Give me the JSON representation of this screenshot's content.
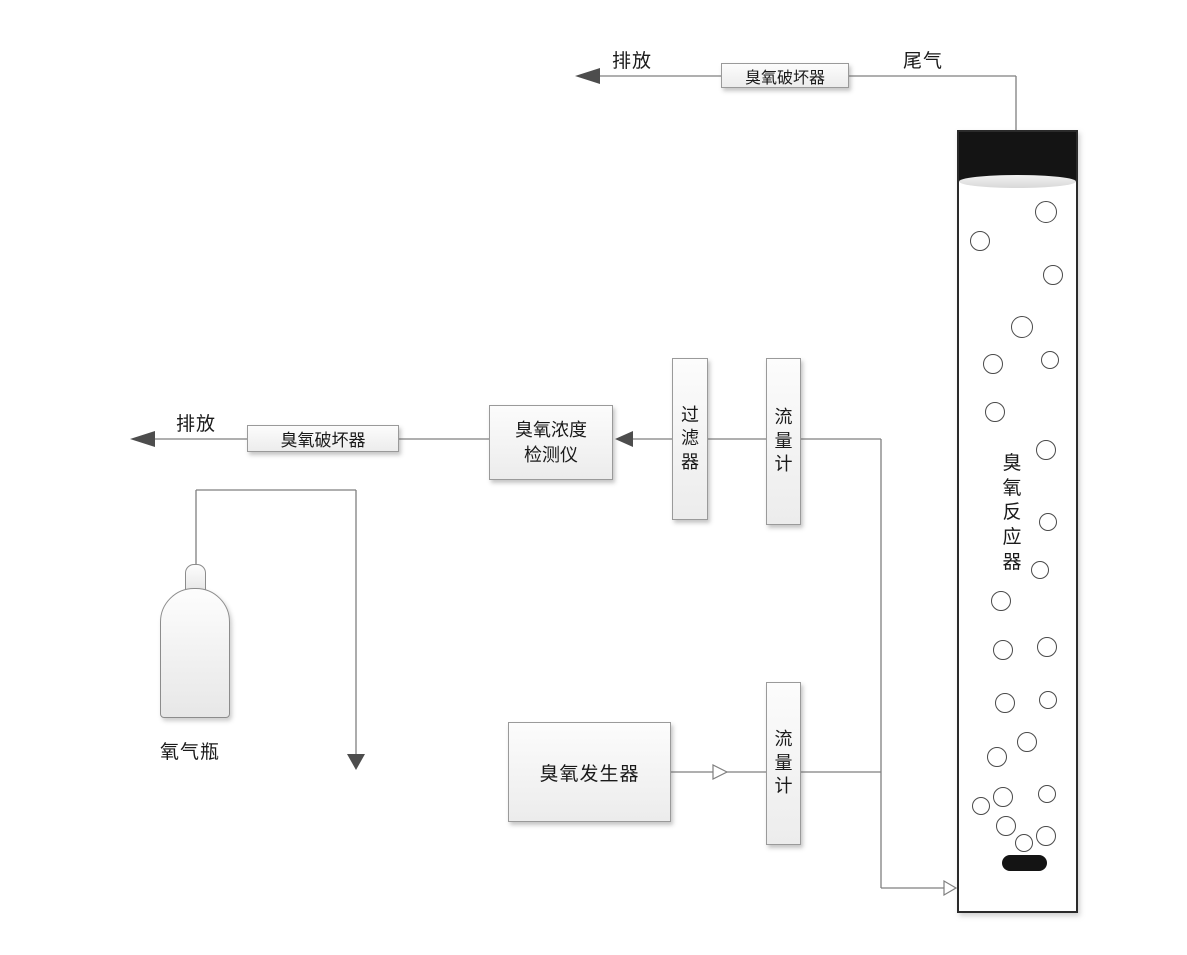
{
  "labels": {
    "discharge_top": "排放",
    "tail_gas": "尾气",
    "discharge_mid": "排放",
    "oxygen_cylinder": "氧气瓶"
  },
  "nodes": {
    "ozone_destroyer_top": "臭氧破坏器",
    "ozone_destroyer_mid": "臭氧破坏器",
    "ozone_detector": "臭氧浓度\n检测仪",
    "filter": "过\n滤\n器",
    "flow_meter_upper": "流\n量\n计",
    "flow_meter_lower": "流\n量\n计",
    "ozone_generator": "臭氧发生器",
    "reactor": "臭\n氧\n反\n应\n器"
  },
  "colors": {
    "line": "#7f7f7f",
    "arrow_solid": "#4d4d4d",
    "box_border": "#9a9a9a",
    "box_fill": "#efefef",
    "reactor_border": "#2b2b2b",
    "cap_fill": "#141414"
  },
  "reactor": {
    "bubbles": [
      [
        1046,
        212,
        11
      ],
      [
        980,
        241,
        10
      ],
      [
        1053,
        275,
        10
      ],
      [
        1022,
        327,
        11
      ],
      [
        993,
        364,
        10
      ],
      [
        1050,
        360,
        9
      ],
      [
        995,
        412,
        10
      ],
      [
        1046,
        450,
        10
      ],
      [
        1048,
        522,
        9
      ],
      [
        1040,
        570,
        9
      ],
      [
        1001,
        601,
        10
      ],
      [
        1003,
        650,
        10
      ],
      [
        1047,
        647,
        10
      ],
      [
        1005,
        703,
        10
      ],
      [
        1048,
        700,
        9
      ],
      [
        1027,
        742,
        10
      ],
      [
        997,
        757,
        10
      ],
      [
        1003,
        797,
        10
      ],
      [
        1047,
        794,
        9
      ],
      [
        981,
        806,
        9
      ],
      [
        1006,
        826,
        10
      ],
      [
        1046,
        836,
        10
      ],
      [
        1024,
        843,
        9
      ]
    ]
  }
}
